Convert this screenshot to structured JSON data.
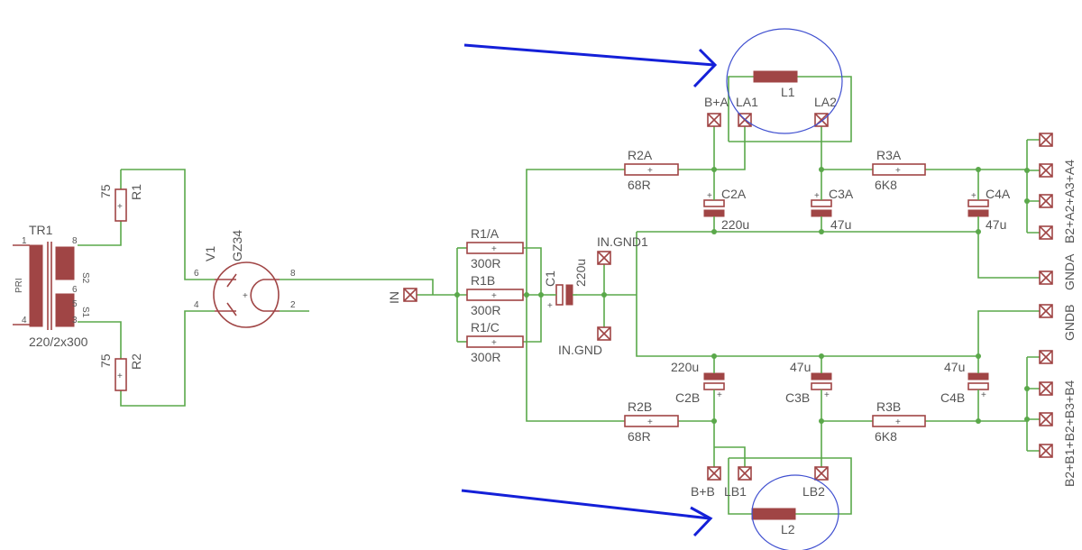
{
  "transformer": {
    "ref": "TR1",
    "value": "220/2x300",
    "pri": "PRI",
    "s1": "S1",
    "s2": "S2",
    "pins": {
      "p1": "1",
      "p4": "4",
      "p8": "8",
      "p6": "6",
      "p5": "5",
      "p3": "3"
    }
  },
  "r1": {
    "ref": "R1",
    "value": "75"
  },
  "r2": {
    "ref": "R2",
    "value": "75"
  },
  "tube": {
    "ref": "V1",
    "value": "GZ34",
    "pin6": "6",
    "pin4": "4",
    "pin8": "8",
    "pin2": "2"
  },
  "input": {
    "label": "IN"
  },
  "r1a": {
    "ref": "R1/A",
    "value": "300R"
  },
  "r1b": {
    "ref": "R1B",
    "value": "300R"
  },
  "r1c": {
    "ref": "R1/C",
    "value": "300R"
  },
  "c1": {
    "ref": "C1",
    "value": "220u"
  },
  "in_gnd1": {
    "label": "IN.GND1"
  },
  "in_gnd": {
    "label": "IN.GND"
  },
  "r2a": {
    "ref": "R2A",
    "value": "68R"
  },
  "r2b": {
    "ref": "R2B",
    "value": "68R"
  },
  "c2a": {
    "ref": "C2A",
    "value": "220u"
  },
  "c2b": {
    "ref": "C2B",
    "value": "220u"
  },
  "c3a": {
    "ref": "C3A",
    "value": "47u"
  },
  "c3b": {
    "ref": "C3B",
    "value": "47u"
  },
  "r3a": {
    "ref": "R3A",
    "value": "6K8"
  },
  "r3b": {
    "ref": "R3B",
    "value": "6K8"
  },
  "c4a": {
    "ref": "C4A",
    "value": "47u"
  },
  "c4b": {
    "ref": "C4B",
    "value": "47u"
  },
  "l1": {
    "ref": "L1"
  },
  "l2": {
    "ref": "L2"
  },
  "pads": {
    "bpa": "B+A",
    "la1": "LA1",
    "la2": "LA2",
    "bpb": "B+B",
    "lb1": "LB1",
    "lb2": "LB2"
  },
  "outputs": {
    "a_group": "B2+A2+A3+A4",
    "gnda": "GNDA",
    "gndb": "GNDB",
    "b_group": "B2+B1+B2+B3+B4"
  },
  "plus": "+"
}
